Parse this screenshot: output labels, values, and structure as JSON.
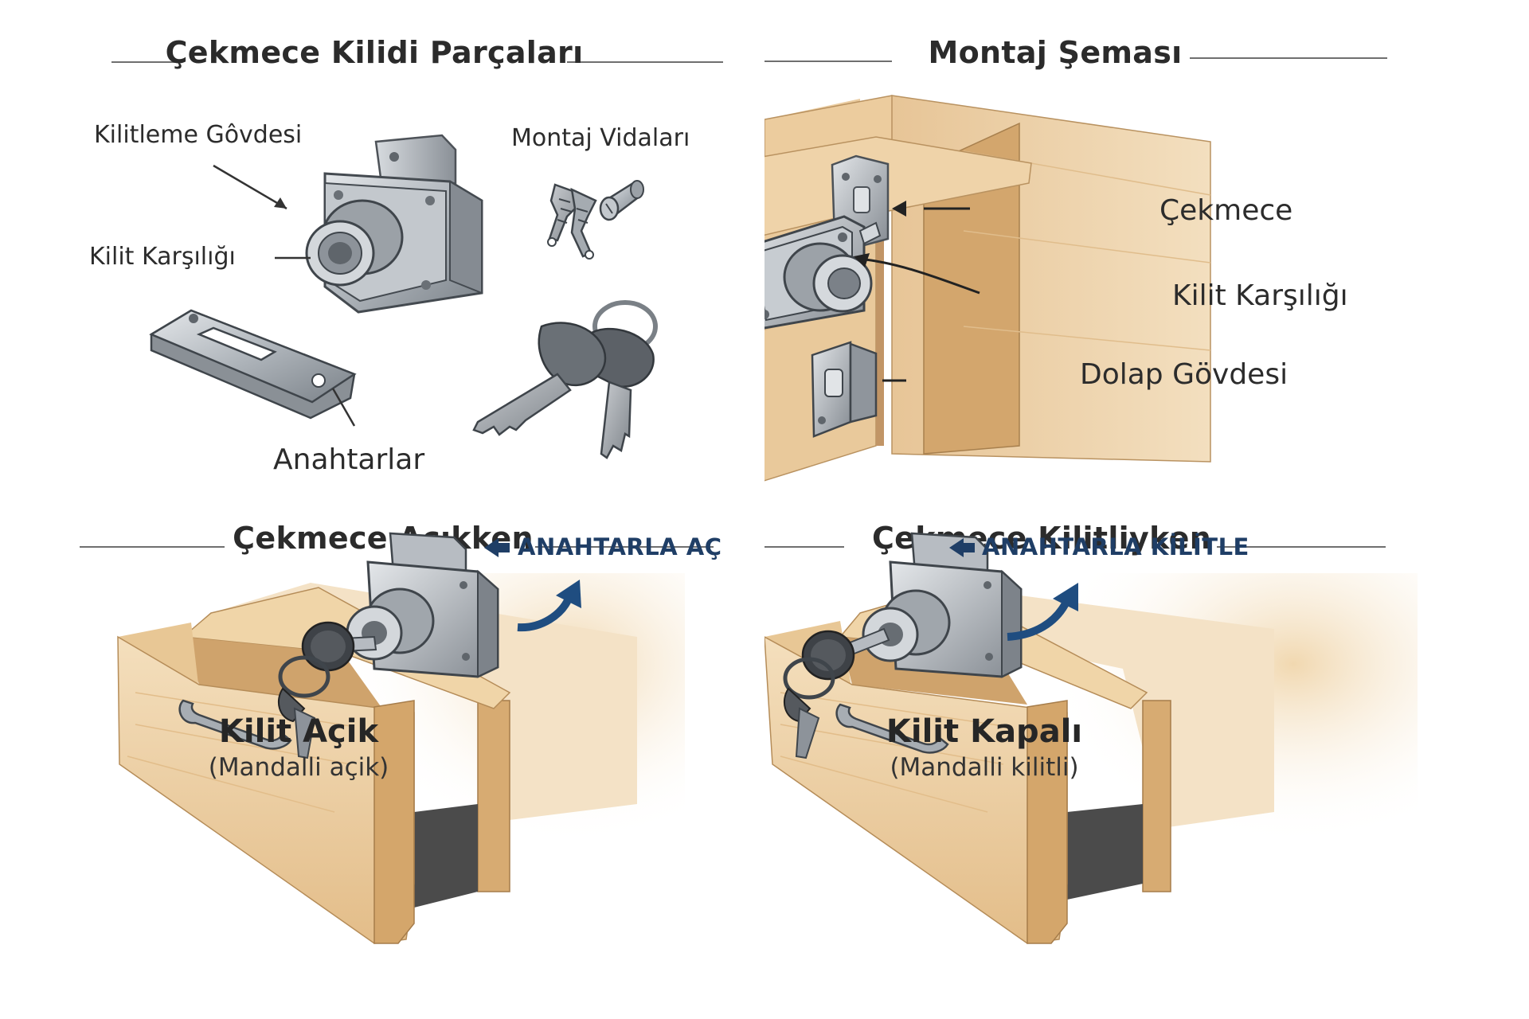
{
  "sections": {
    "parts": {
      "title": "Çekmece Kilidi Parçaları",
      "labels": {
        "lock_body": "Kilitleme Gôvdesi",
        "screws": "Montaj Vidaları",
        "strike": "Kilit Karşılığı",
        "keys": "Anahtarlar"
      }
    },
    "assembly": {
      "title": "Montaj Şeması",
      "labels": {
        "drawer": "Çekmece",
        "strike": "Kilit Karşılığı",
        "cabinet": "Dolap Gövdesi"
      }
    },
    "open": {
      "title": "Çekmece Açıkken",
      "action": "ANAHTARLA AÇ",
      "status": "Kilit Açik",
      "status_note": "(Mandalli açik)"
    },
    "locked": {
      "title": "Çekmece Kilitliyken",
      "action": "ANAHTARLA KİLİTLE",
      "status": "Kilit Kapalı",
      "status_note": "(Mandalli kilitli)"
    }
  },
  "colors": {
    "wood_light": "#efd3a9",
    "wood_dark": "#d9b17a",
    "metal": "#b9bec4",
    "metal_dark": "#6e747b",
    "arrow_blue": "#1f4d80"
  },
  "icons": [
    "lock-body-icon",
    "screw-icon",
    "strike-plate-icon",
    "key-icon",
    "drawer-icon",
    "cabinet-icon",
    "handle-icon",
    "curved-arrow-icon"
  ]
}
